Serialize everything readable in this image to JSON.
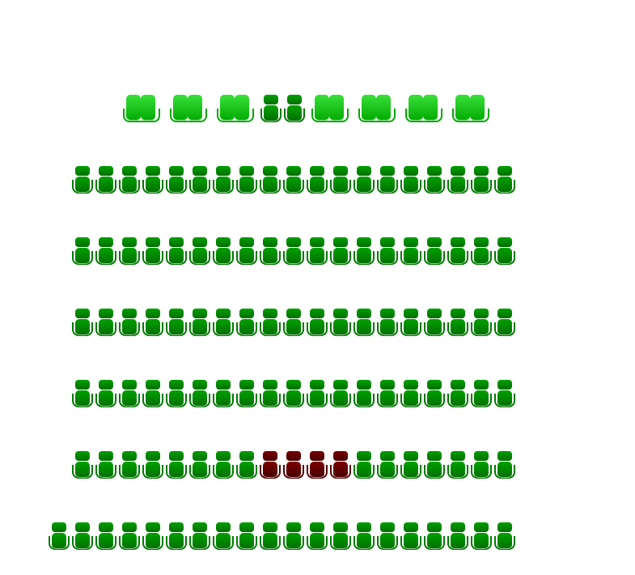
{
  "colors": {
    "available": [
      "#00a000",
      "#006e00"
    ],
    "available_arm": "#007a00",
    "taken": [
      "#7a0000",
      "#440000"
    ],
    "taken_arm": "#5a0000",
    "couch": [
      "#3be03b",
      "#00aa00"
    ],
    "couch_arm": "#00a800"
  },
  "rows": [
    {
      "kind": "front",
      "items": [
        "couch",
        "couch",
        "couch",
        "seat",
        "seat",
        "couch",
        "couch",
        "couch",
        "couch"
      ]
    },
    {
      "kind": "regular",
      "count": 19,
      "taken": []
    },
    {
      "kind": "regular",
      "count": 19,
      "taken": []
    },
    {
      "kind": "regular",
      "count": 19,
      "taken": []
    },
    {
      "kind": "regular",
      "count": 19,
      "taken": []
    },
    {
      "kind": "regular",
      "count": 19,
      "taken": [
        8,
        9,
        10,
        11
      ]
    },
    {
      "kind": "regular",
      "count": 20,
      "taken": []
    }
  ]
}
